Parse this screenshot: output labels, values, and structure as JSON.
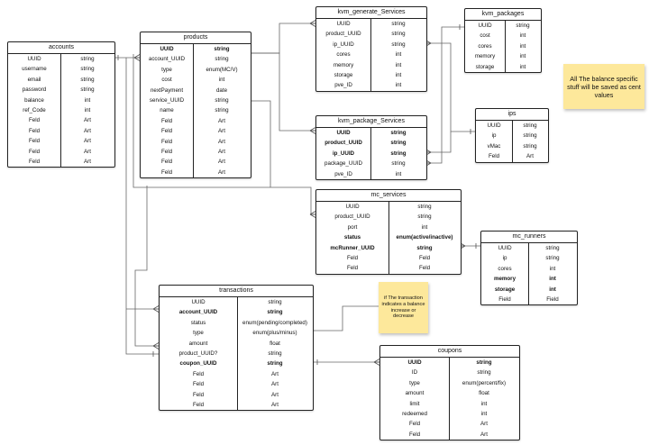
{
  "diagram": {
    "tables": [
      {
        "id": "accounts",
        "title": "accounts",
        "columns": [
          [
            "UUID",
            "string"
          ],
          [
            "username",
            "string"
          ],
          [
            "email",
            "string"
          ],
          [
            "password",
            "string"
          ],
          [
            "balance",
            "int"
          ],
          [
            "ref_Code",
            "int"
          ],
          [
            "Feld",
            "Art"
          ],
          [
            "Feld",
            "Art"
          ],
          [
            "Feld",
            "Art"
          ],
          [
            "Feld",
            "Art"
          ],
          [
            "Feld",
            "Art"
          ]
        ]
      },
      {
        "id": "products",
        "title": "products",
        "columns": [
          [
            "UUID",
            "string"
          ],
          [
            "account_UUID",
            "string"
          ],
          [
            "type",
            "enum(MC/V)"
          ],
          [
            "cost",
            "int"
          ],
          [
            "nextPayment",
            "date"
          ],
          [
            "service_UUID",
            "string"
          ],
          [
            "name",
            "string"
          ],
          [
            "Feld",
            "Art"
          ],
          [
            "Feld",
            "Art"
          ],
          [
            "Feld",
            "Art"
          ],
          [
            "Feld",
            "Art"
          ],
          [
            "Feld",
            "Art"
          ],
          [
            "Feld",
            "Art"
          ]
        ]
      },
      {
        "id": "kvm_generate_services",
        "title": "kvm_generate_Services",
        "columns": [
          [
            "UUID",
            "string"
          ],
          [
            "product_UUID",
            "string"
          ],
          [
            "ip_UUID",
            "string"
          ],
          [
            "cores",
            "int"
          ],
          [
            "memory",
            "int"
          ],
          [
            "storage",
            "int"
          ],
          [
            "pve_ID",
            "int"
          ]
        ]
      },
      {
        "id": "kvm_packages",
        "title": "kvm_packages",
        "columns": [
          [
            "UUID",
            "string"
          ],
          [
            "cost",
            "int"
          ],
          [
            "cores",
            "int"
          ],
          [
            "memory",
            "int"
          ],
          [
            "storage",
            "int"
          ]
        ]
      },
      {
        "id": "kvm_package_services",
        "title": "kvm_package_Services",
        "columns": [
          [
            "UUID",
            "string"
          ],
          [
            "product_UUID",
            "string"
          ],
          [
            "ip_UUID",
            "string"
          ],
          [
            "package_UUID",
            "string"
          ],
          [
            "pve_ID",
            "int"
          ]
        ]
      },
      {
        "id": "ips",
        "title": "ips",
        "columns": [
          [
            "UUID",
            "string"
          ],
          [
            "ip",
            "string"
          ],
          [
            "vMac",
            "string"
          ],
          [
            "Feld",
            "Art"
          ]
        ]
      },
      {
        "id": "mc_services",
        "title": "mc_services",
        "columns": [
          [
            "UUID",
            "string"
          ],
          [
            "product_UUID",
            "string"
          ],
          [
            "port",
            "int"
          ],
          [
            "status",
            "enum(active/inactive)"
          ],
          [
            "mcRunner_UUID",
            "string"
          ],
          [
            "Feld",
            "Feld"
          ],
          [
            "Feld",
            "Feld"
          ]
        ]
      },
      {
        "id": "mc_runners",
        "title": "mc_runners",
        "columns": [
          [
            "UUID",
            "string"
          ],
          [
            "ip",
            "string"
          ],
          [
            "cores",
            "int"
          ],
          [
            "memory",
            "int"
          ],
          [
            "storage",
            "int"
          ],
          [
            "Field",
            "Field"
          ]
        ]
      },
      {
        "id": "transactions",
        "title": "transactions",
        "columns": [
          [
            "UUID",
            "string"
          ],
          [
            "account_UUID",
            "string"
          ],
          [
            "status",
            "enum(pending/completed)"
          ],
          [
            "type",
            "enum(plus/minus)"
          ],
          [
            "amount",
            "float"
          ],
          [
            "product_UUID?",
            "string"
          ],
          [
            "coupon_UUID",
            "string"
          ],
          [
            "Feld",
            "Art"
          ],
          [
            "Feld",
            "Art"
          ],
          [
            "Feld",
            "Art"
          ],
          [
            "Feld",
            "Art"
          ]
        ]
      },
      {
        "id": "coupons",
        "title": "coupons",
        "columns": [
          [
            "UUID",
            "string"
          ],
          [
            "ID",
            "string"
          ],
          [
            "type",
            "enum(percent/fix)"
          ],
          [
            "amount",
            "float"
          ],
          [
            "limit",
            "int"
          ],
          [
            "redeemed",
            "int"
          ],
          [
            "Feld",
            "Art"
          ],
          [
            "Feld",
            "Art"
          ]
        ]
      }
    ],
    "notes": {
      "balance": "All The balance specific stuff will be saved as cent values",
      "transaction": "if The transaction indicates a balance increase or decrease"
    }
  }
}
